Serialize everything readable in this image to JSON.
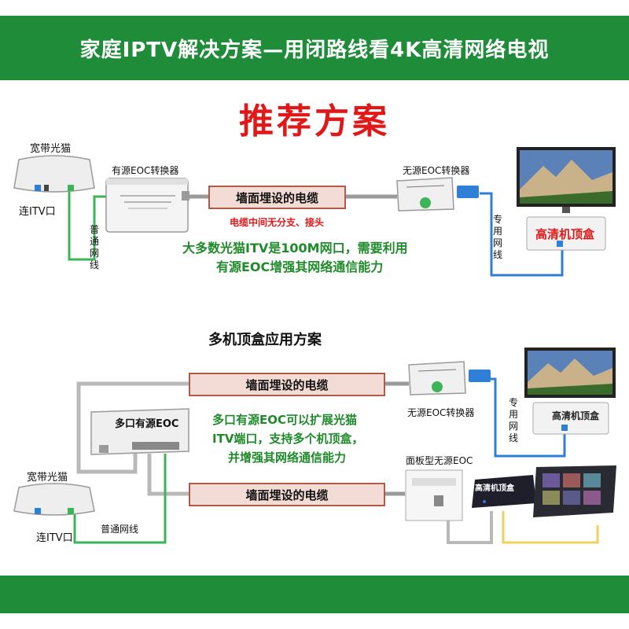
{
  "header": {
    "title": "家庭IPTV解决方案—用闭路线看4K高清网络电视"
  },
  "top": {
    "heading": "推荐方案",
    "modem_label": "宽带光猫",
    "itv_port_label": "连ITV口",
    "eoc_active_label": "有源EOC转换器",
    "eoc_passive_label": "无源EOC转换器",
    "normal_cable_label": "普通网线",
    "dedicated_cable_label": "专用网线",
    "wall_cable_label": "墙面埋设的电缆",
    "cable_note": "电缆中间无分支、接头",
    "note_line1": "大多数光猫ITV是100M网口，需要利用",
    "note_line2": "有源EOC增强其网络通信能力",
    "stb_label": "高清机顶盒"
  },
  "bottom": {
    "heading": "多机顶盒应用方案",
    "wall_cable_label_1": "墙面埋设的电缆",
    "wall_cable_label_2": "墙面埋设的电缆",
    "multi_eoc_label": "多口有源EOC",
    "eoc_passive_label": "无源EOC转换器",
    "panel_eoc_label": "面板型无源EOC",
    "dedicated_cable_label": "专用网线",
    "normal_cable_label": "普通网线",
    "modem_label": "宽带光猫",
    "itv_port_label": "连ITV口",
    "note_line1": "多口有源EOC可以扩展光猫",
    "note_line2": "ITV端口，支持多个机顶盒，",
    "note_line3": "并增强其网络通信能力",
    "stb_label": "高清机顶盒",
    "stb2_label": "高清机顶盒"
  },
  "colors": {
    "banner": "#1e8c38",
    "heading_red": "#e11818",
    "note_green": "#1f8a2a",
    "cable_fill": "#f4dcd6",
    "net_cable_green": "#3db35a",
    "net_cable_blue": "#2f7fd6",
    "coax_gray": "#b9b9b9",
    "av_yellow": "#f0d060"
  }
}
